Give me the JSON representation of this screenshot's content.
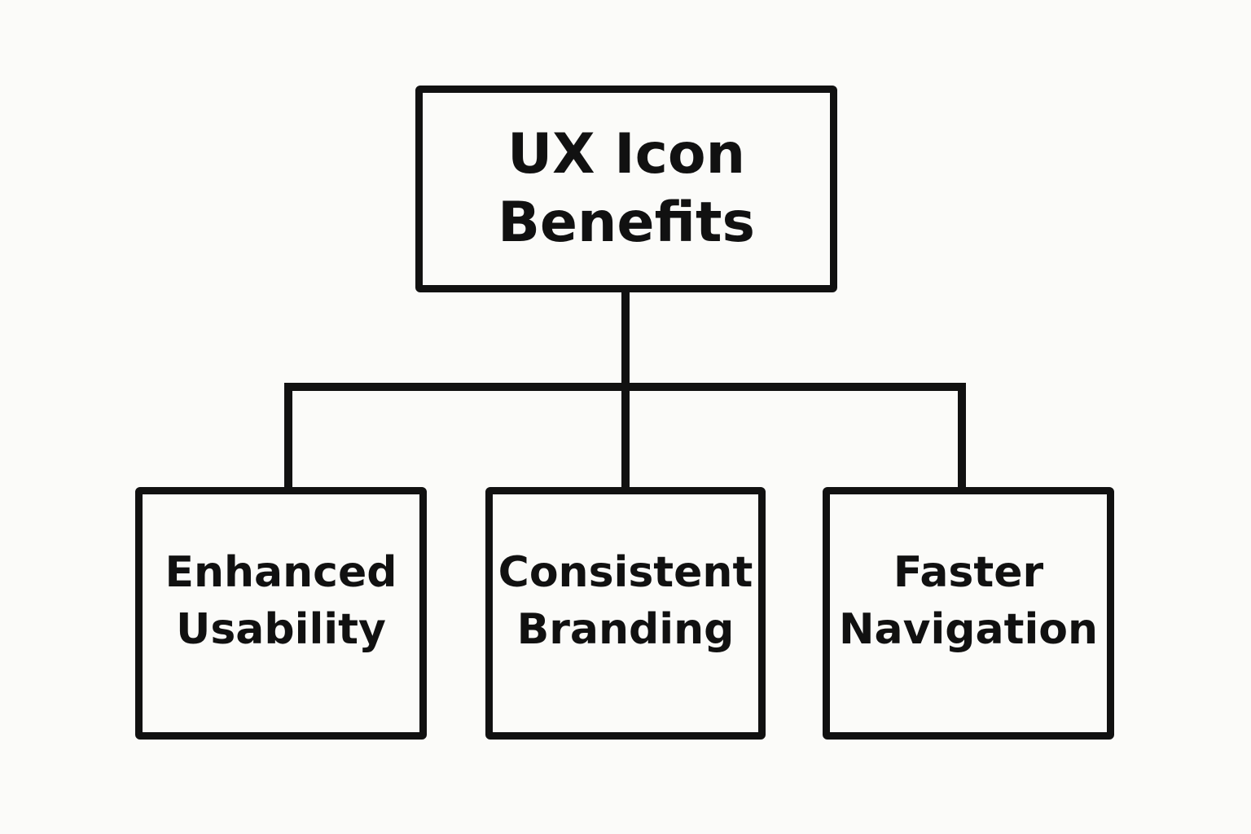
{
  "root": {
    "line1": "UX Icon",
    "line2": "Benefits"
  },
  "children": [
    {
      "line1": "Enhanced",
      "line2": "Usability"
    },
    {
      "line1": "Consistent",
      "line2": "Branding"
    },
    {
      "line1": "Faster",
      "line2": "Navigation"
    }
  ],
  "colors": {
    "stroke": "#111111",
    "background": "#fbfbf9"
  }
}
